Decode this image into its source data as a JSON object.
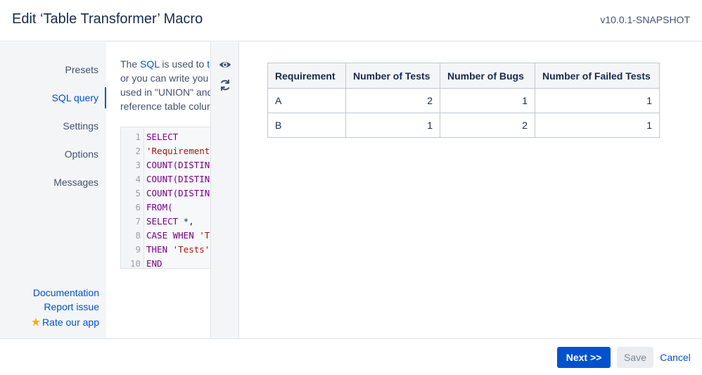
{
  "header": {
    "title": "Edit ‘Table Transformer’ Macro",
    "version": "v10.0.1-SNAPSHOT"
  },
  "sidebar": {
    "items": [
      {
        "label": "Presets"
      },
      {
        "label": "SQL query"
      },
      {
        "label": "Settings"
      },
      {
        "label": "Options"
      },
      {
        "label": "Messages"
      }
    ],
    "active_item": "SQL query",
    "links": {
      "documentation": "Documentation",
      "report_issue": "Report issue",
      "rate_app": "Rate our app"
    }
  },
  "editor": {
    "description": {
      "line1_a": "The ",
      "line1_link1": "SQL",
      "line1_b": " is used to ",
      "line1_link2": "tr",
      "line2": "or you can write you",
      "line3": "used in \"UNION\" and",
      "line4": "reference table colur"
    },
    "code_lines": [
      {
        "n": "1",
        "keyword": "SELECT",
        "string": "",
        "rest": ""
      },
      {
        "n": "2",
        "keyword": "",
        "string": "'Requirement",
        "rest": ""
      },
      {
        "n": "3",
        "keyword": "COUNT(DISTIN",
        "string": "",
        "rest": ""
      },
      {
        "n": "4",
        "keyword": "COUNT(DISTIN",
        "string": "",
        "rest": ""
      },
      {
        "n": "5",
        "keyword": "COUNT(DISTIN",
        "string": "",
        "rest": ""
      },
      {
        "n": "6",
        "keyword": "FROM(",
        "string": "",
        "rest": ""
      },
      {
        "n": "7",
        "keyword": "SELECT",
        "string": "",
        "rest": " *,"
      },
      {
        "n": "8",
        "keyword": "CASE WHEN ",
        "string": "'T",
        "rest": ""
      },
      {
        "n": "9",
        "keyword": "THEN ",
        "string": "'Tests'",
        "rest": ""
      },
      {
        "n": "10",
        "keyword": "END",
        "string": "",
        "rest": ""
      }
    ]
  },
  "toolbar": {
    "preview_icon": "eye-icon",
    "refresh_icon": "refresh-icon"
  },
  "preview": {
    "columns": [
      "Requirement",
      "Number of Tests",
      "Number of Bugs",
      "Number of Failed Tests"
    ],
    "rows": [
      [
        "A",
        "2",
        "1",
        "1"
      ],
      [
        "B",
        "1",
        "2",
        "1"
      ]
    ]
  },
  "footer": {
    "next_label": "Next >>",
    "save_label": "Save",
    "cancel_label": "Cancel"
  },
  "colors": {
    "accent": "#0052cc",
    "star": "#ffab00",
    "sidebar_bg": "#f4f5f7"
  }
}
